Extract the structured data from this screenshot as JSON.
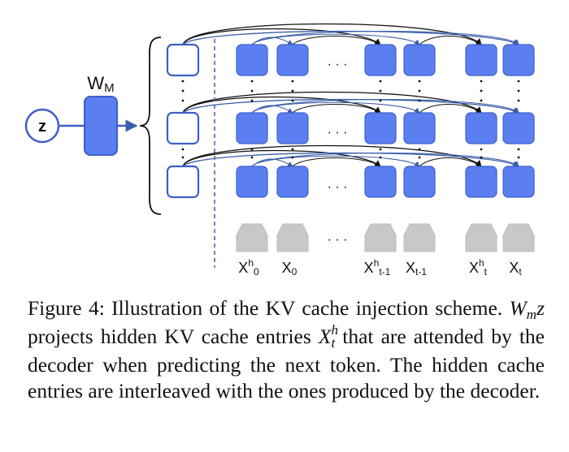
{
  "diagram": {
    "z_label": "z",
    "wm_label": "W",
    "wm_sub": "M",
    "ellipsis": "· · ·",
    "token_labels": [
      {
        "base": "X",
        "sup": "h",
        "sub": "0"
      },
      {
        "base": "X",
        "sup": "",
        "sub": "0"
      },
      {
        "base": "X",
        "sup": "h",
        "sub": "t-1"
      },
      {
        "base": "X",
        "sup": "",
        "sub": "t-1"
      },
      {
        "base": "X",
        "sup": "h",
        "sub": "t"
      },
      {
        "base": "X",
        "sup": "",
        "sub": "t"
      }
    ],
    "colors": {
      "node_fill": "#5b7ff0",
      "node_stroke": "#3e5fc9",
      "arrow_black": "#111111",
      "arrow_blue": "#3a5fa8",
      "input_gray": "#c8c8c8"
    }
  },
  "caption": {
    "label": "Figure 4:",
    "text1": " Illustration of the KV cache injection scheme.",
    "wm": "W",
    "wm_sub": "m",
    "z": "z",
    "text2": " projects hidden KV cache entries ",
    "x": "X",
    "x_sub": "t",
    "x_sup": "h",
    "text3": " that are attended by the decoder when predicting the next token. The hidden cache entries are interleaved with the ones produced by the decoder."
  }
}
